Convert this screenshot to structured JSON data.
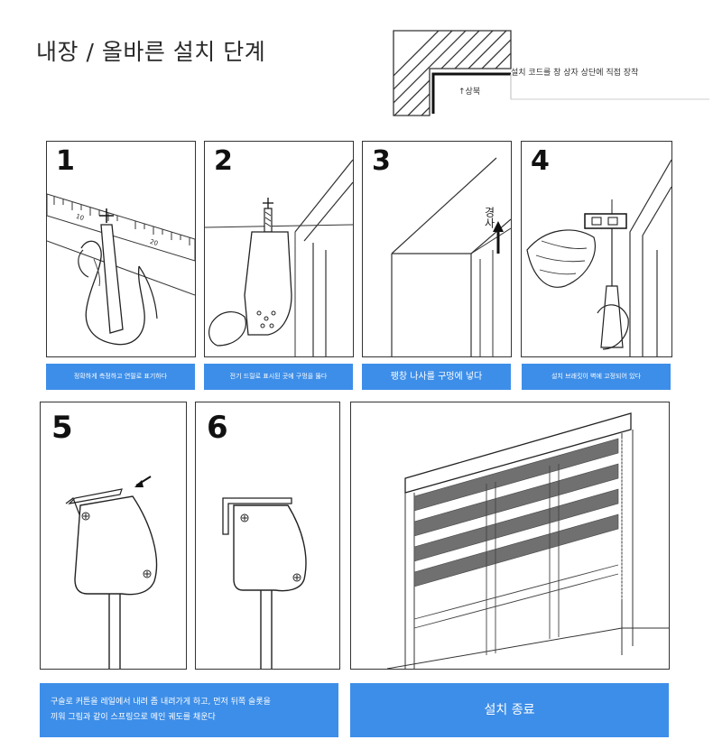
{
  "page": {
    "title": "내장 / 올바른 설치 단계"
  },
  "top_diagram": {
    "note": "설치 코드를 창 상자 상단에 직접 장착",
    "up_label": "↑상북"
  },
  "steps": [
    {
      "number": "1",
      "caption": "정확하게 측정하고 연필로 표기하다"
    },
    {
      "number": "2",
      "caption": "전기 드릴로 표시된 곳에 구멍을 뚫다"
    },
    {
      "number": "3",
      "caption": "팽창 나사를 구멍에 넣다",
      "side_label": "경사"
    },
    {
      "number": "4",
      "caption": "설치 브래킷이 벽에 고정되어 있다"
    },
    {
      "number": "5"
    },
    {
      "number": "6"
    }
  ],
  "bottom": {
    "caption_line1": "구슬로 커튼을 레일에서 내려 좀 내려가게 하고, 먼저 뒤쪽 슬롯을",
    "caption_line2": "끼워 그림과 같이 스프링으로 메인 궤도를 채운다",
    "finish": "설치 종료"
  },
  "colors": {
    "caption_bg": "#3d8ee8",
    "caption_text": "#ffffff",
    "line": "#333333",
    "blind_stripe": "#707070"
  },
  "ruler_marks": [
    "10",
    "20"
  ]
}
